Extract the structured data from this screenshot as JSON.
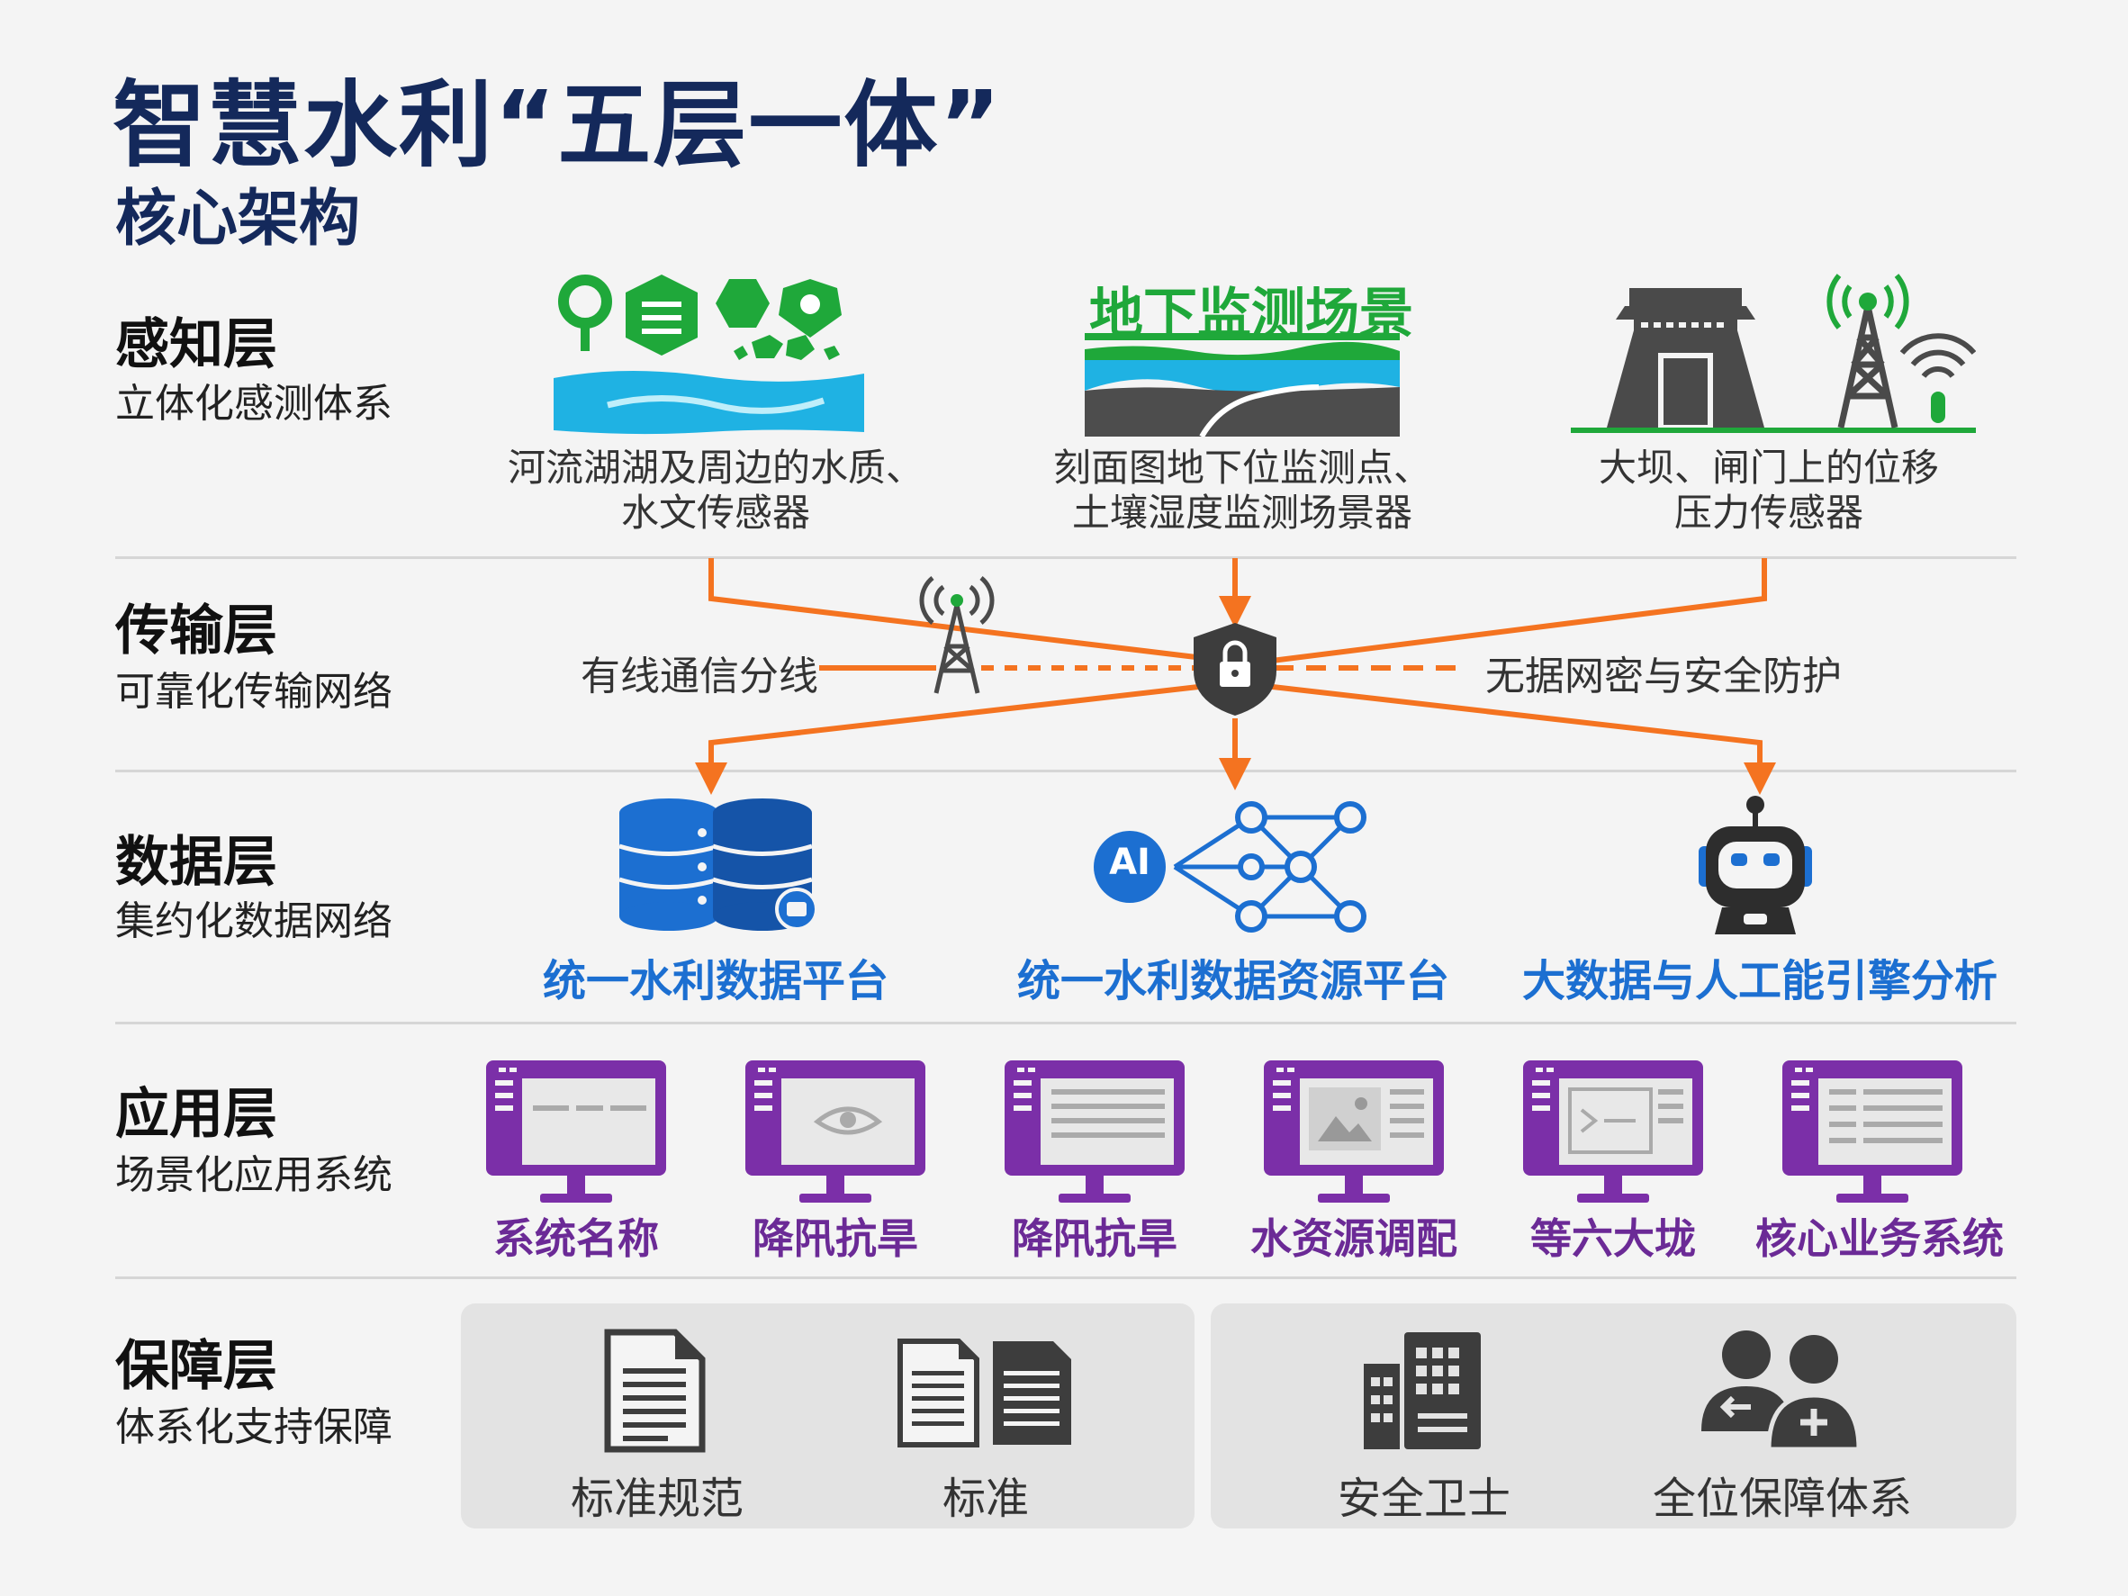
{
  "title": {
    "main": "智慧水利“五层一体”",
    "sub": "核心架构"
  },
  "layers": [
    {
      "name": "感知层",
      "desc": "立体化感测体系"
    },
    {
      "name": "传输层",
      "desc": "可靠化传输网络"
    },
    {
      "name": "数据层",
      "desc": "集约化数据网络"
    },
    {
      "name": "应用层",
      "desc": "场景化应用系统"
    },
    {
      "name": "保障层",
      "desc": "体系化支持保障"
    }
  ],
  "perception": {
    "items": [
      {
        "line1": "河流湖湖及周边的水质、",
        "line2": "水文传感器"
      },
      {
        "line1": "刻面图地下位监测点、",
        "line2": "土壤湿度监测场景器"
      },
      {
        "line1": "大坝、闸门上的位移",
        "line2": "压力传感器"
      }
    ],
    "underground_title": "地下监测场景"
  },
  "transmission": {
    "left_label": "有线通信分线",
    "right_label": "无据网密与安全防护"
  },
  "data_layer": {
    "items": [
      "统一水利数据平台",
      "统一水利数据资源平台",
      "大数据与人工能引擎分析"
    ],
    "ai_badge": "AI"
  },
  "application": {
    "items": [
      "系统名称",
      "降阠抗旱",
      "降阠抗旱",
      "水资源调配",
      "等六大垅",
      "核心业务系统"
    ]
  },
  "support": {
    "left": [
      "标准规范",
      "标准"
    ],
    "right": [
      "安全卫士",
      "全位保障体系"
    ]
  },
  "colors": {
    "title": "#14295b",
    "orange": "#f47320",
    "green": "#1fa83a",
    "blue": "#1c6fd1",
    "purple": "#7b2fa8",
    "gray_icon": "#4a4a4a"
  }
}
